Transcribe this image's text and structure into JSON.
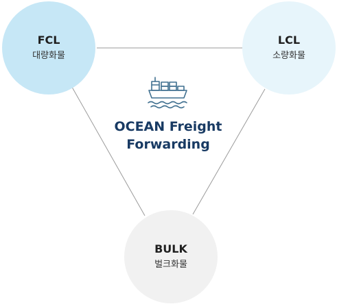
{
  "colors": {
    "fcl_fill": "#c6e7f6",
    "lcl_fill": "#e7f5fb",
    "bulk_fill": "#f1f1f1",
    "connector": "#9a9a9a",
    "title_color": "#183a63",
    "icon_color": "#3f6f8f"
  },
  "center": {
    "icon": "cargo-ship-icon",
    "title_line1": "OCEAN Freight",
    "title_line2": "Forwarding"
  },
  "nodes": {
    "fcl": {
      "label": "FCL",
      "sublabel": "대량화물"
    },
    "lcl": {
      "label": "LCL",
      "sublabel": "소량화물"
    },
    "bulk": {
      "label": "BULK",
      "sublabel": "벌크화물"
    }
  }
}
